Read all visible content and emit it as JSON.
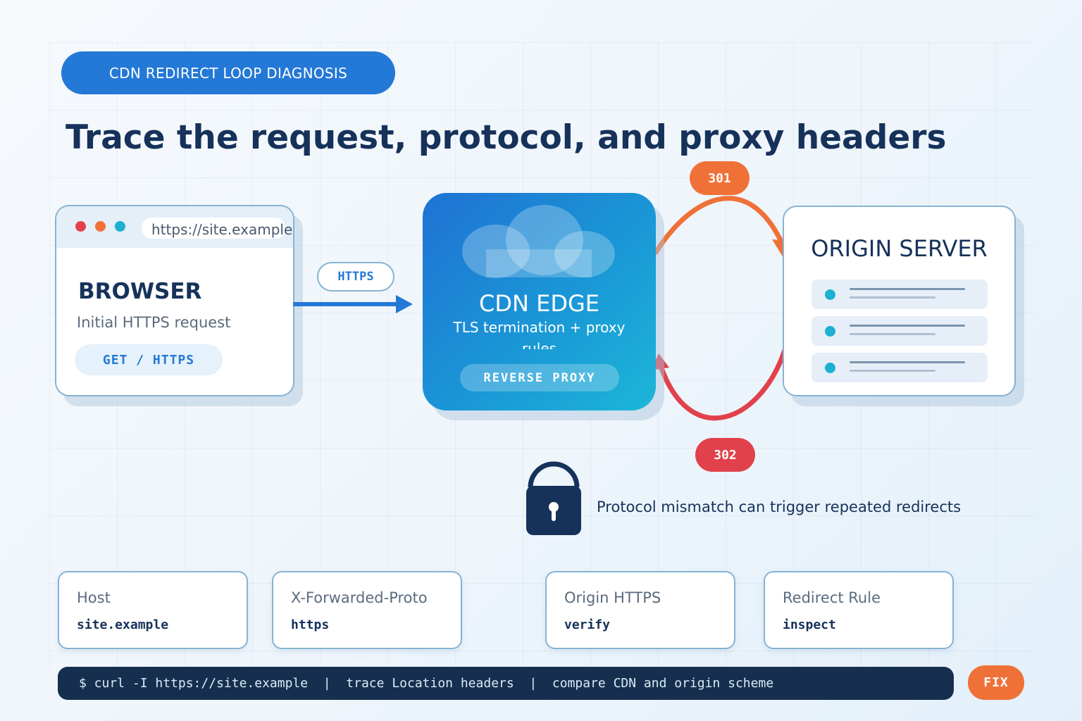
{
  "header": {
    "tag": "CDN REDIRECT LOOP DIAGNOSIS",
    "headline": "Trace the request, protocol, and proxy headers"
  },
  "browser": {
    "url": "https://site.example",
    "title": "BROWSER",
    "subtitle": "Initial HTTPS request",
    "request": "GET /  HTTPS"
  },
  "arrow_label": "HTTPS",
  "cdn_edge": {
    "title": "CDN EDGE",
    "subtitle": "TLS termination + proxy rules",
    "pill": "REVERSE PROXY"
  },
  "origin": {
    "title": "ORIGIN SERVER"
  },
  "redirects": {
    "forward_code": "301",
    "return_code": "302"
  },
  "warning": {
    "text": "Protocol mismatch can trigger repeated redirects"
  },
  "checks": [
    {
      "key": "Host",
      "value": "site.example"
    },
    {
      "key": "X-Forwarded-Proto",
      "value": "https"
    },
    {
      "key": "Origin HTTPS",
      "value": "verify"
    },
    {
      "key": "Redirect Rule",
      "value": "inspect"
    }
  ],
  "terminal": {
    "command": "$ curl -I https://site.example  |  trace Location headers  |  compare CDN and origin scheme"
  },
  "fix_button": "FIX",
  "colors": {
    "primary_blue": "#2478d6",
    "navy": "#16325a",
    "orange": "#f07138",
    "red": "#e1414b",
    "cyan": "#1cb0d2"
  }
}
